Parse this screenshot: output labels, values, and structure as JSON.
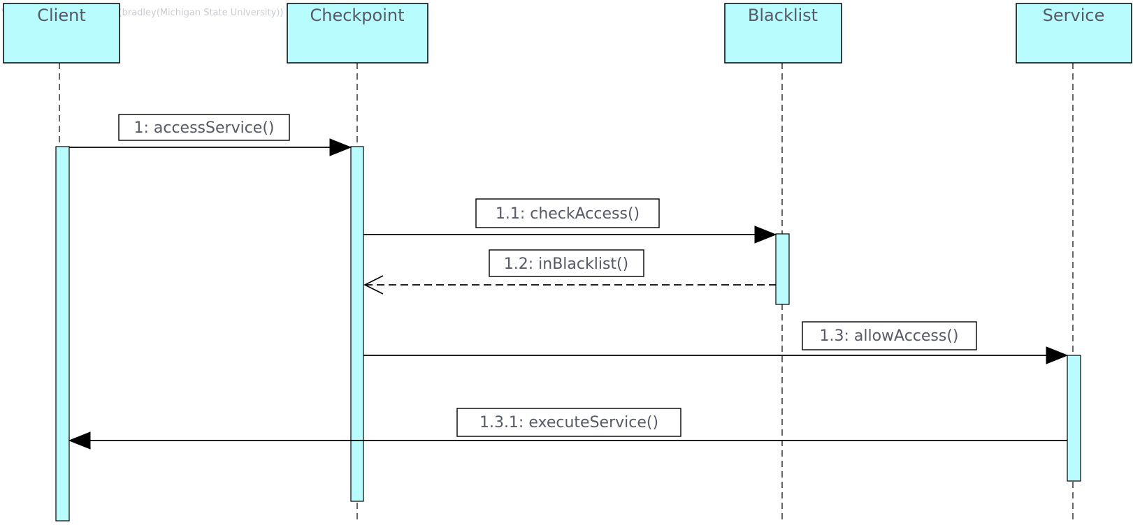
{
  "watermark": "Visual Paradigm Standard(bradley(Michigan State University))",
  "participants": [
    {
      "id": "client",
      "name": "Client"
    },
    {
      "id": "checkpoint",
      "name": "Checkpoint"
    },
    {
      "id": "blacklist",
      "name": "Blacklist"
    },
    {
      "id": "service",
      "name": "Service"
    }
  ],
  "messages": [
    {
      "id": "m1",
      "label": "1: accessService()",
      "from": "client",
      "to": "checkpoint",
      "kind": "synchronous"
    },
    {
      "id": "m2",
      "label": "1.1: checkAccess()",
      "from": "checkpoint",
      "to": "blacklist",
      "kind": "synchronous"
    },
    {
      "id": "m3",
      "label": "1.2: inBlacklist()",
      "from": "blacklist",
      "to": "checkpoint",
      "kind": "return"
    },
    {
      "id": "m4",
      "label": "1.3: allowAccess()",
      "from": "checkpoint",
      "to": "service",
      "kind": "synchronous"
    },
    {
      "id": "m5",
      "label": "1.3.1: executeService()",
      "from": "service",
      "to": "client",
      "kind": "synchronous"
    }
  ],
  "colors": {
    "participant_fill": "#b8fcfd",
    "text": "#555a66",
    "line": "#000000"
  }
}
